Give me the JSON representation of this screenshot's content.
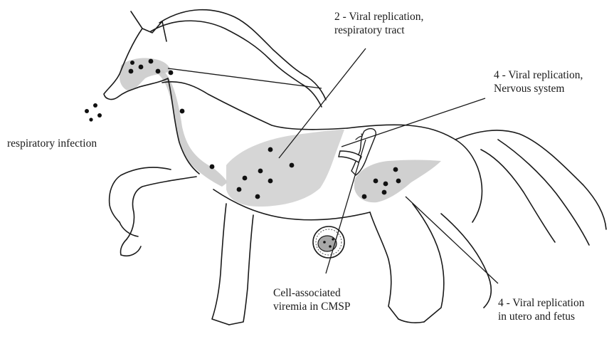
{
  "labels": {
    "respiratory_infection": "respiratory infection",
    "respiratory_tract": {
      "line1": "2 - Viral replication,",
      "line2": "respiratory tract"
    },
    "nervous_system": {
      "line1": "4 - Viral replication,",
      "line2": "Nervous system"
    },
    "viremia": {
      "line1": "Cell-associated",
      "line2": "viremia in CMSP"
    },
    "utero_fetus": {
      "line1": "4 - Viral replication",
      "line2": "in utero and fetus"
    }
  },
  "colors": {
    "outline": "#1a1a1a",
    "infection_region": "#c8c8c8",
    "lung_region": "#d2d2d2",
    "virus_dot": "#111111",
    "cell_fill": "#a8a8a8",
    "background": "#ffffff"
  }
}
